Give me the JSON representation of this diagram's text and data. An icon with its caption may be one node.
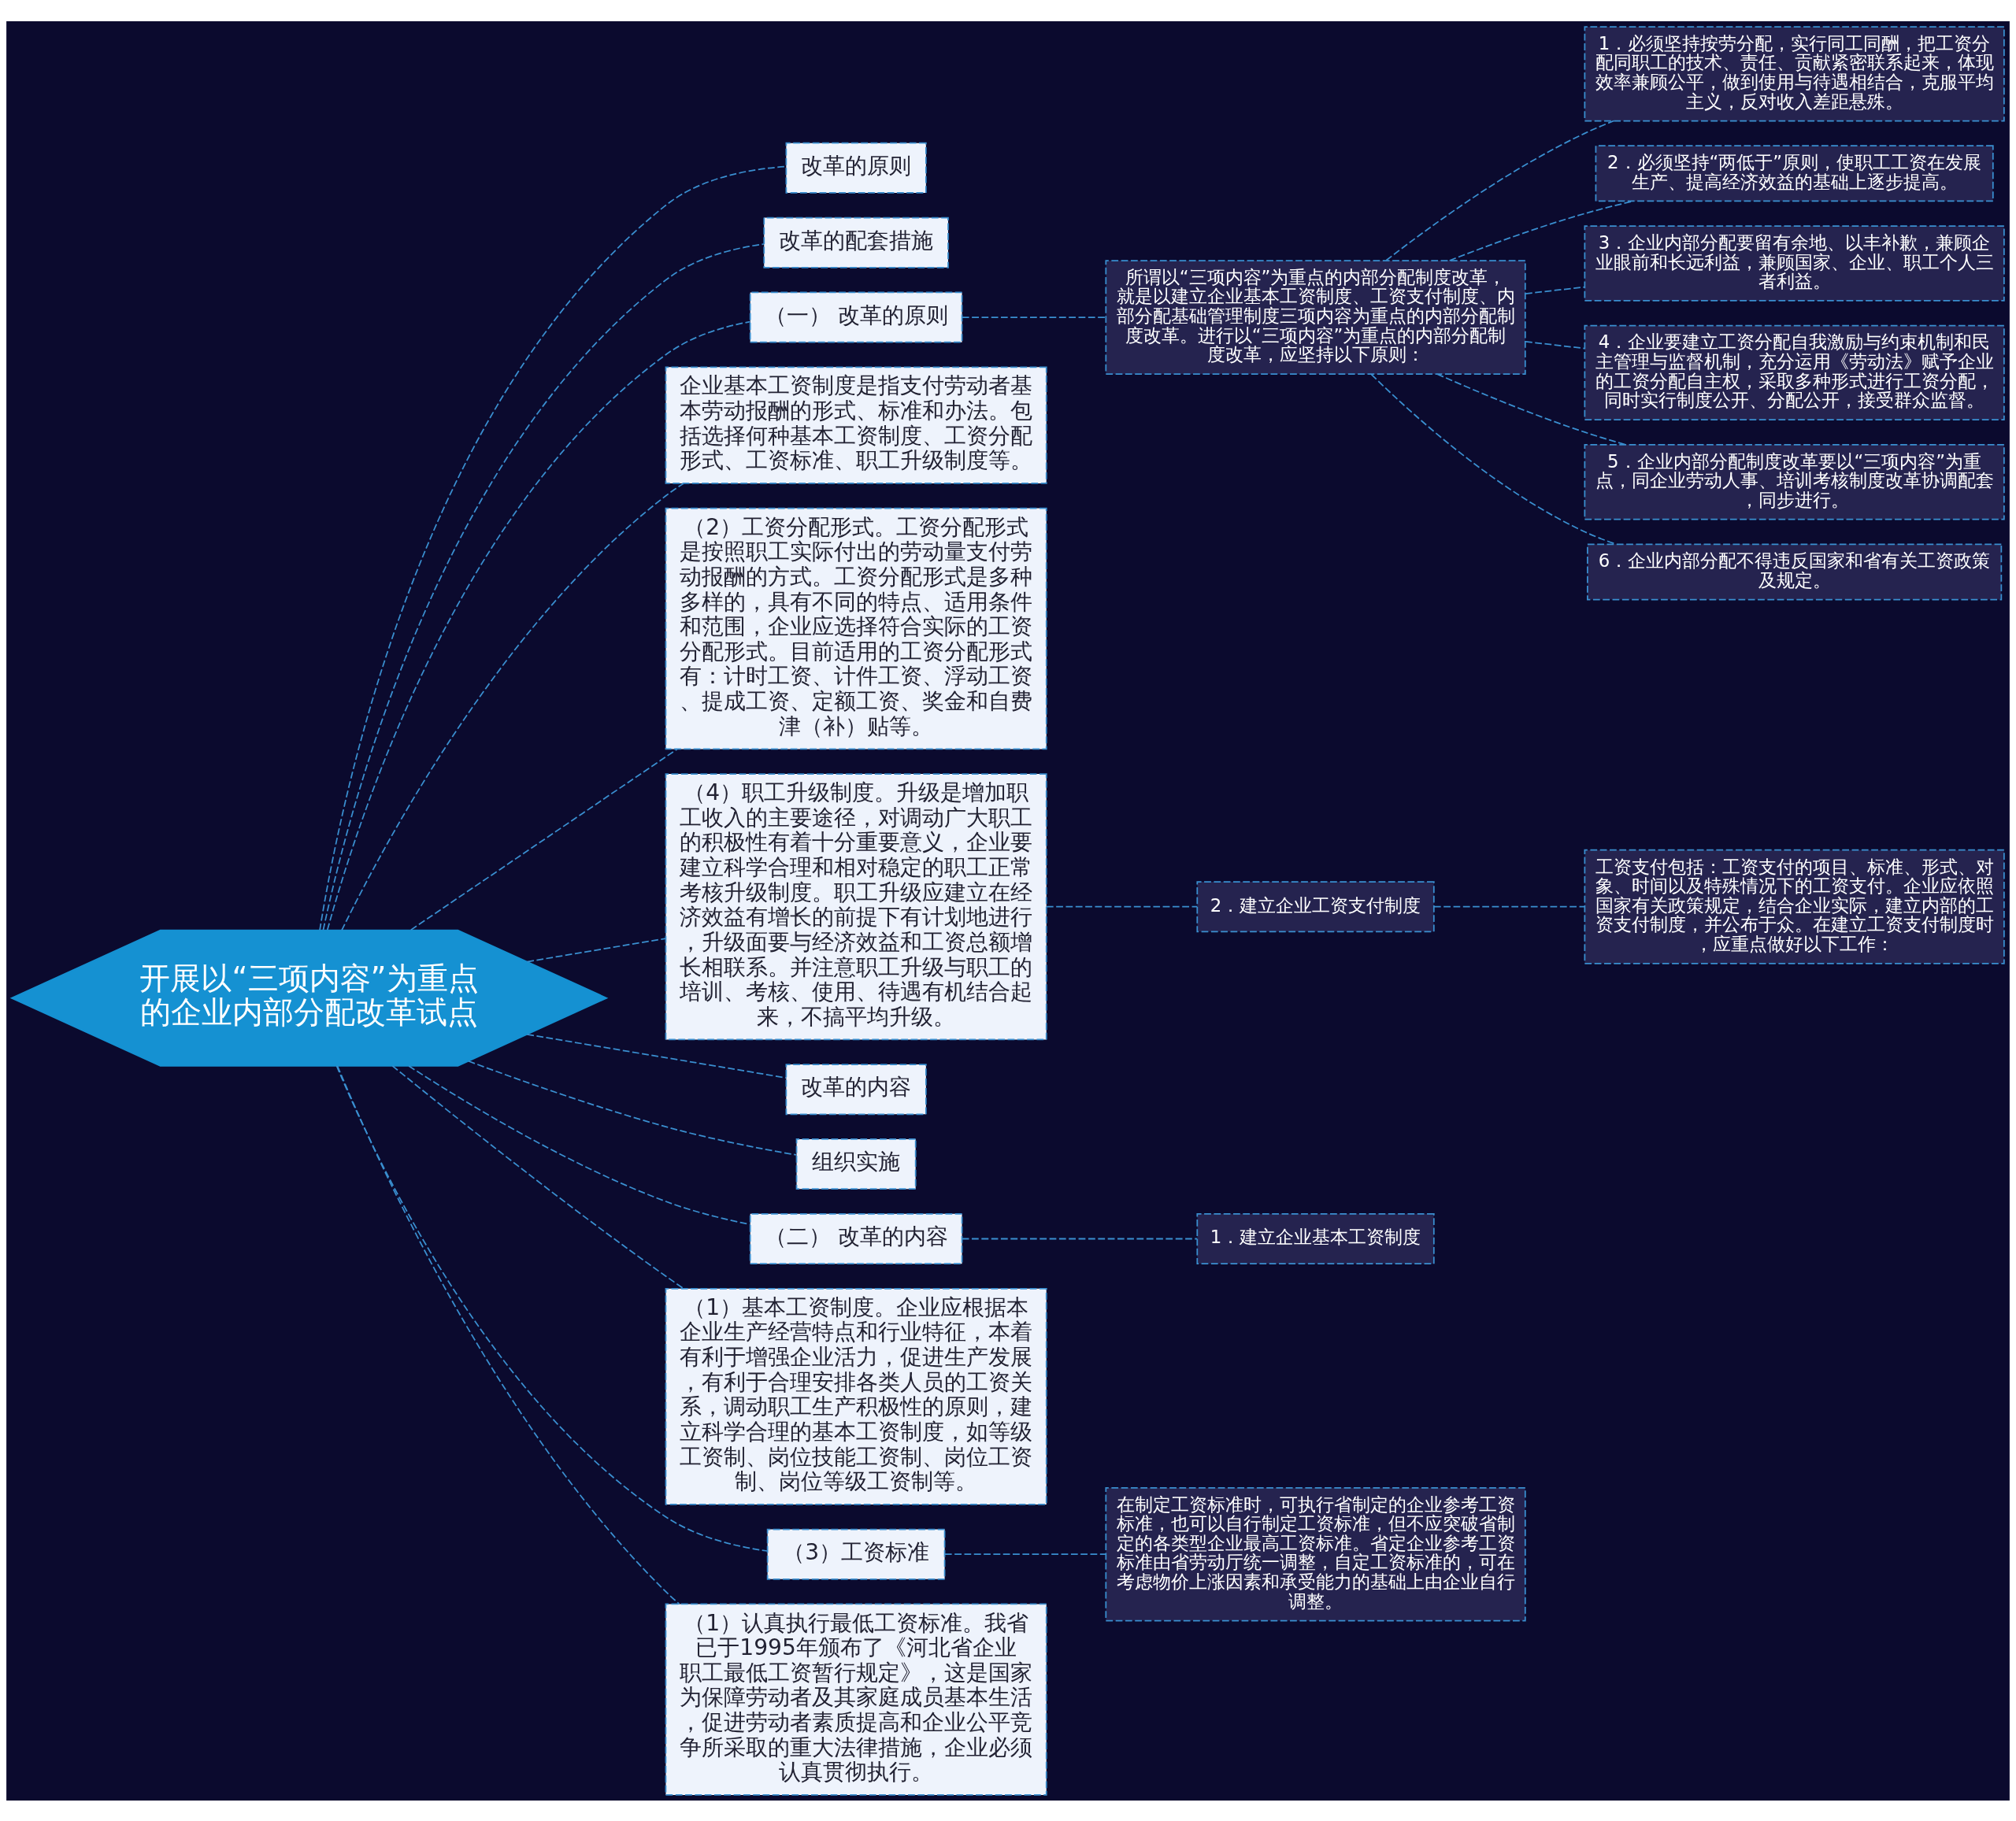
{
  "diagram": {
    "nodes": [
      {
        "text": [
          "开展以“三项内容”为重点的企业内部分配改革试点"
        ]
      },
      {
        "text": [
          "改革的原则"
        ]
      },
      {
        "text": [
          "改革的配套措施"
        ]
      },
      {
        "text": [
          "（一） 改革的原则"
        ]
      },
      {
        "text": [
          "所谓以“三项内容”为重点的内部分配制度改革，就是以建立企业基本工资制度、工资支付制度、内部分配基础管理制度三项内容为重点的内部分配制度改革。进行以“三项内容”为重点的内部分配制度改革，应坚持以下原则："
        ]
      },
      {
        "text": [
          "1．必须坚持按劳分配，实行同工同酬，把工资分配同职工的技术、责任、贡献紧密联系起来，体现效率兼顾公平，做到使用与待遇相结合，克服平均主义，反对收入差距悬殊。"
        ]
      },
      {
        "text": [
          "2．必须坚持“两低于”原则，使职工工资在发展生产、提高经济效益的基础上逐步提高。"
        ]
      },
      {
        "text": [
          "3．企业内部分配要留有余地、以丰补歉，兼顾企业眼前和长远利益，兼顾国家、企业、职工个人三者利益。"
        ]
      },
      {
        "text": [
          "4．企业要建立工资分配自我激励与约束机制和民主管理与监督机制，充分运用《劳动法》赋予企业的工资分配自主权，采取多种形式进行工资分配，同时实行制度公开、分配公开，接受群众监督。"
        ]
      },
      {
        "text": [
          "5．企业内部分配制度改革要以“三项内容”为重点，同企业劳动人事、培训考核制度改革协调配套，同步进行。"
        ]
      },
      {
        "text": [
          "6．企业内部分配不得违反国家和省有关工资政策及规定。"
        ]
      },
      {
        "text": [
          "企业基本工资制度是指支付劳动者基本劳动报酬的形式、标准和办法。包括选择何种基本工资制度、工资分配形式、工资标准、职工升级制度等。"
        ]
      },
      {
        "text": [
          "（2）工资分配形式。工资分配形式是按照职工实际付出的劳动量支付劳动报酬的方式。工资分配形式是多种多样的，具有不同的特点、适用条件和范围，企业应选择符合实际的工资分配形式。目前适用的工资分配形式有：计时工资、计件工资、浮动工资、提成工资、定额工资、奖金和自费津（补）贴等。"
        ]
      },
      {
        "text": [
          "（4）职工升级制度。升级是增加职工收入的主要途径，对调动广大职工的积极性有着十分重要意义，企业要建立科学合理和相对稳定的职工正常考核升级制度。职工升级应建立在经济效益有增长的前提下有计划地进行，升级面要与经济效益和工资总额增长相联系。并注意职工升级与职工的培训、考核、使用、待遇有机结合起来，不搞平均升级。"
        ]
      },
      {
        "text": [
          "2．建立企业工资支付制度"
        ]
      },
      {
        "text": [
          "工资支付包括：工资支付的项目、标准、形式、对象、时间以及特殊情况下的工资支付。企业应依照国家有关政策规定，结合企业实际，建立内部的工资支付制度，并公布于众。在建立工资支付制度时，应重点做好以下工作："
        ]
      },
      {
        "text": [
          "改革的内容"
        ]
      },
      {
        "text": [
          "组织实施"
        ]
      },
      {
        "text": [
          "（二） 改革的内容"
        ]
      },
      {
        "text": [
          "1．建立企业基本工资制度"
        ]
      },
      {
        "text": [
          "（1）基本工资制度。企业应根据本企业生产经营特点和行业特征，本着有利于增强企业活力，促进生产发展，有利于合理安排各类人员的工资关系，调动职工生产积极性的原则，建立科学合理的基本工资制度，如等级工资制、岗位技能工资制、岗位工资制、岗位等级工资制等。"
        ]
      },
      {
        "text": [
          "（3）工资标准"
        ]
      },
      {
        "text": [
          "在制定工资标准时，可执行省制定的企业参考工资标准，也可以自行制定工资标准，但不应突破省制定的各类型企业最高工资标准。省定企业参考工资标准由省劳动厅统一调整，自定工资标准的，可在考虑物价上涨因素和承受能力的基础上由企业自行调整。"
        ]
      },
      {
        "text": [
          "（1）认真执行最低工资标准。我省已于1995年颁布了《河北省企业职工最低工资暂行规定》，这是国家为保障劳动者及其家庭成员基本生活，促进劳动者素质提高和企业公平竞争所采取的重大法律措施，企业必须认真贯彻执行。"
        ]
      }
    ],
    "edges": [
      {
        "from": 0,
        "to": 1,
        "arrow": "none",
        "style": "dashed"
      },
      {
        "from": 0,
        "to": 2,
        "arrow": "none",
        "style": "dashed"
      },
      {
        "from": 0,
        "to": 3,
        "arrow": "none",
        "style": "dashed"
      },
      {
        "from": 3,
        "to": 4,
        "arrow": "none",
        "style": "dashed"
      },
      {
        "from": 4,
        "to": 5,
        "arrow": "none",
        "style": "dashed"
      },
      {
        "from": 4,
        "to": 6,
        "arrow": "none",
        "style": "dashed"
      },
      {
        "from": 4,
        "to": 7,
        "arrow": "none",
        "style": "dashed"
      },
      {
        "from": 4,
        "to": 8,
        "arrow": "none",
        "style": "dashed"
      },
      {
        "from": 4,
        "to": 9,
        "arrow": "none",
        "style": "dashed"
      },
      {
        "from": 4,
        "to": 10,
        "arrow": "none",
        "style": "dashed"
      },
      {
        "from": 0,
        "to": 11,
        "arrow": "none",
        "style": "dashed"
      },
      {
        "from": 0,
        "to": 12,
        "arrow": "none",
        "style": "dashed"
      },
      {
        "from": 0,
        "to": 13,
        "arrow": "none",
        "style": "dashed"
      },
      {
        "from": 13,
        "to": 14,
        "arrow": "none",
        "style": "dashed"
      },
      {
        "from": 14,
        "to": 15,
        "arrow": "none",
        "style": "dashed"
      },
      {
        "from": 0,
        "to": 16,
        "arrow": "none",
        "style": "dashed"
      },
      {
        "from": 0,
        "to": 17,
        "arrow": "none",
        "style": "dashed"
      },
      {
        "from": 0,
        "to": 18,
        "arrow": "none",
        "style": "dashed"
      },
      {
        "from": 18,
        "to": 19,
        "arrow": "none",
        "style": "dashed"
      },
      {
        "from": 0,
        "to": 20,
        "arrow": "none",
        "style": "dashed"
      },
      {
        "from": 0,
        "to": 21,
        "arrow": "none",
        "style": "dashed"
      },
      {
        "from": 21,
        "to": 22,
        "arrow": "none",
        "style": "dashed"
      },
      {
        "from": 0,
        "to": 23,
        "arrow": "none",
        "style": "dashed"
      }
    ]
  }
}
